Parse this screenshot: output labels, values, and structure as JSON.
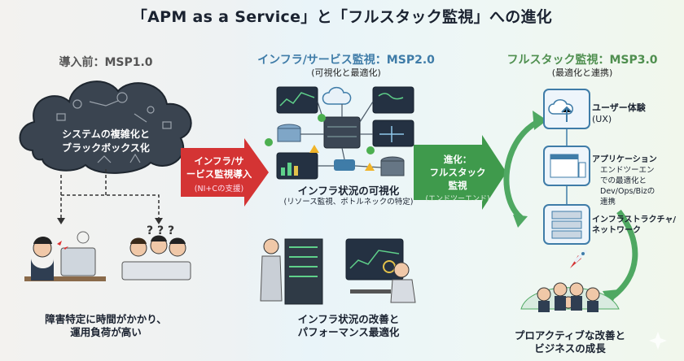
{
  "title": "「APM as a Service」と「フルスタック監視」への進化",
  "phases": [
    {
      "heading": "導入前：MSP1.0",
      "subtitle": ""
    },
    {
      "heading": "インフラ/サービス監視：MSP2.0",
      "subtitle": "(可視化と最適化)"
    },
    {
      "heading": "フルスタック監視：MSP3.0",
      "subtitle": "(最適化と連携)"
    }
  ],
  "cloud": {
    "line1": "システムの複雑化と",
    "line2": "ブラックボックス化"
  },
  "arrow1": {
    "line1": "インフラ/サ",
    "line2": "ービス監視導入",
    "line3": "(NI+Cの支援)"
  },
  "arrow2": {
    "line1": "進化：",
    "line2": "フルスタック",
    "line3": "監視",
    "line4": "(エンドツーエンド)"
  },
  "msp1_caption": {
    "line1": "障害特定に時間がかかり、",
    "line2": "運用負荷が高い"
  },
  "msp2_viz_caption": {
    "line1": "インフラ状況の可視化",
    "line2": "(リソース監視、ボトルネックの特定)"
  },
  "msp2_improve_caption": {
    "line1": "インフラ状況の改善と",
    "line2": "パフォーマンス最適化"
  },
  "msp3_layers": {
    "ux": {
      "title": "ユーザー体験",
      "sub": "(UX)"
    },
    "app": {
      "title": "アプリケーション",
      "line2": "エンドツーエン",
      "line3": "での最適化と",
      "line4": "Dev/Ops/Bizの",
      "line5": "連携"
    },
    "infra": {
      "line1": "インフラストラクチャ/",
      "line2": "ネットワーク"
    }
  },
  "msp3_caption": {
    "line1": "プロアクティブな改善と",
    "line2": "ビジネスの成長"
  },
  "colors": {
    "red_arrow": "#d43434",
    "green_arrow": "#3f9a4c",
    "cycle": "#4fa862",
    "dark_cloud": "#37414d",
    "blue": "#3f7ca8"
  }
}
